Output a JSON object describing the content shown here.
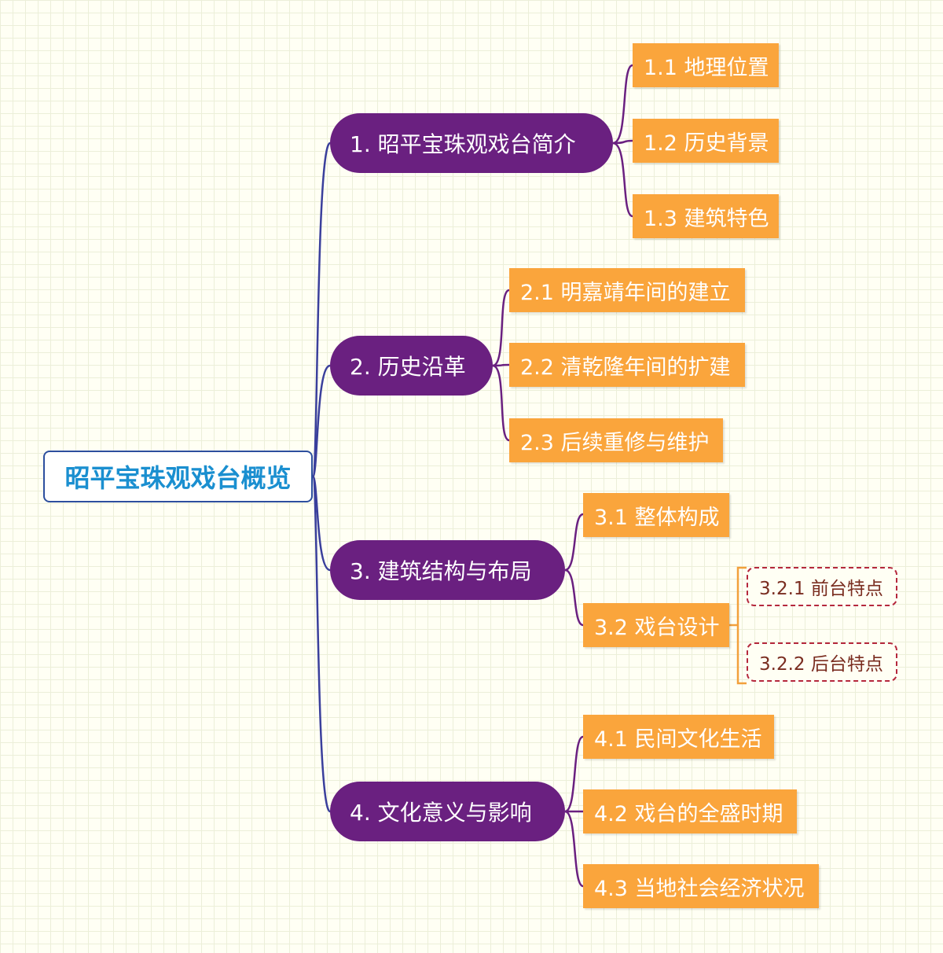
{
  "title": "昭平宝珠观戏台概览",
  "branches": [
    {
      "label": "1. 昭平宝珠观戏台简介",
      "children": [
        {
          "label": "1.1 地理位置"
        },
        {
          "label": "1.2 历史背景"
        },
        {
          "label": "1.3 建筑特色"
        }
      ]
    },
    {
      "label": "2. 历史沿革",
      "children": [
        {
          "label": "2.1 明嘉靖年间的建立"
        },
        {
          "label": "2.2 清乾隆年间的扩建"
        },
        {
          "label": "2.3 后续重修与维护"
        }
      ]
    },
    {
      "label": "3. 建筑结构与布局",
      "children": [
        {
          "label": "3.1 整体构成"
        },
        {
          "label": "3.2 戏台设计",
          "children": [
            {
              "label": "3.2.1 前台特点"
            },
            {
              "label": "3.2.2 后台特点"
            }
          ]
        }
      ]
    },
    {
      "label": "4. 文化意义与影响",
      "children": [
        {
          "label": "4.1 民间文化生活"
        },
        {
          "label": "4.2 戏台的全盛时期"
        },
        {
          "label": "4.3 当地社会经济状况"
        }
      ]
    }
  ],
  "colors": {
    "main_node": "#6a2080",
    "sub_node": "#faa53c",
    "root_border": "#2d4f9e",
    "root_text": "#1a8fd0",
    "root_link": "#3a3f9c",
    "detail_border": "#b5283d",
    "detail_link": "#f2a03c",
    "background_grid": "#ecefd9"
  }
}
